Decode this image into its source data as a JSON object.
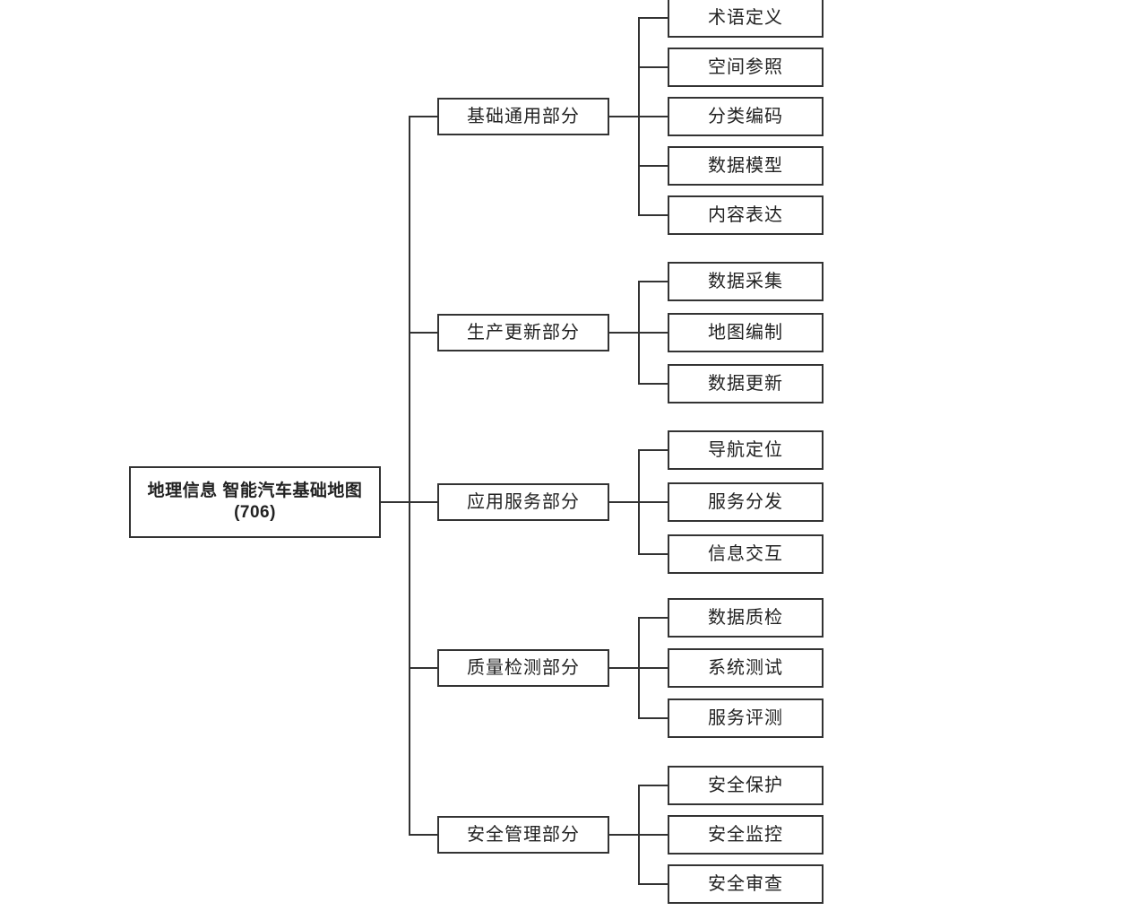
{
  "diagram": {
    "root": {
      "title": "地理信息 智能汽车基础地图",
      "subtitle": "(706)"
    },
    "groups": [
      {
        "label": "基础通用部分",
        "children": [
          "术语定义",
          "空间参照",
          "分类编码",
          "数据模型",
          "内容表达"
        ]
      },
      {
        "label": "生产更新部分",
        "children": [
          "数据采集",
          "地图编制",
          "数据更新"
        ]
      },
      {
        "label": "应用服务部分",
        "children": [
          "导航定位",
          "服务分发",
          "信息交互"
        ]
      },
      {
        "label": "质量检测部分",
        "children": [
          "数据质检",
          "系统测试",
          "服务评测"
        ]
      },
      {
        "label": "安全管理部分",
        "children": [
          "安全保护",
          "安全监控",
          "安全审查"
        ]
      }
    ],
    "colors": {
      "border": "#333333",
      "text": "#222222",
      "background": "#ffffff"
    }
  }
}
